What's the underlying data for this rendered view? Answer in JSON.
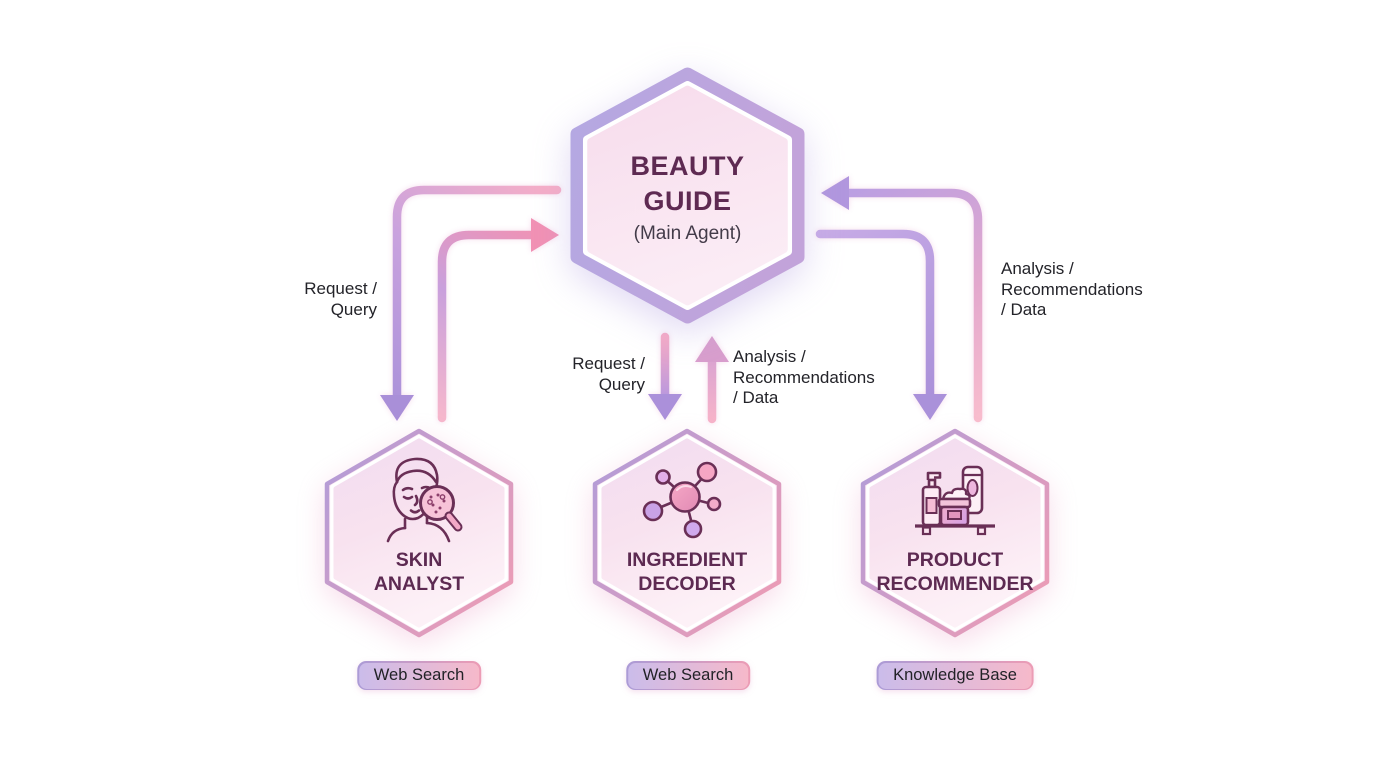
{
  "diagram": {
    "main_agent": {
      "title": "BEAUTY\nGUIDE",
      "subtitle": "(Main Agent)"
    },
    "agents": [
      {
        "id": "skin-analyst",
        "title": "SKIN\nANALYST",
        "tool": "Web Search",
        "icon": "face-magnifier-icon"
      },
      {
        "id": "ingredient-decoder",
        "title": "INGREDIENT\nDECODER",
        "tool": "Web Search",
        "icon": "molecule-icon"
      },
      {
        "id": "product-recommender",
        "title": "PRODUCT\nRECOMMENDER",
        "tool": "Knowledge Base",
        "icon": "cosmetics-shelf-icon"
      }
    ],
    "edge_labels": {
      "left_request": "Request /\nQuery",
      "middle_request": "Request /\nQuery",
      "middle_response": "Analysis /\nRecommendations\n/ Data",
      "right_response": "Analysis /\nRecommendations\n/ Data"
    },
    "palette": {
      "arrow_purple": "#ab91da",
      "arrow_pink": "#f5a9c4",
      "hex_border_purple": "#b5a7e0",
      "hex_fill_pink": "#f8e0ee",
      "title_color": "#5e2a52",
      "label_color": "#232329",
      "badge_gradient_left": "#cbbcea",
      "badge_gradient_right": "#f6b9ca"
    }
  }
}
